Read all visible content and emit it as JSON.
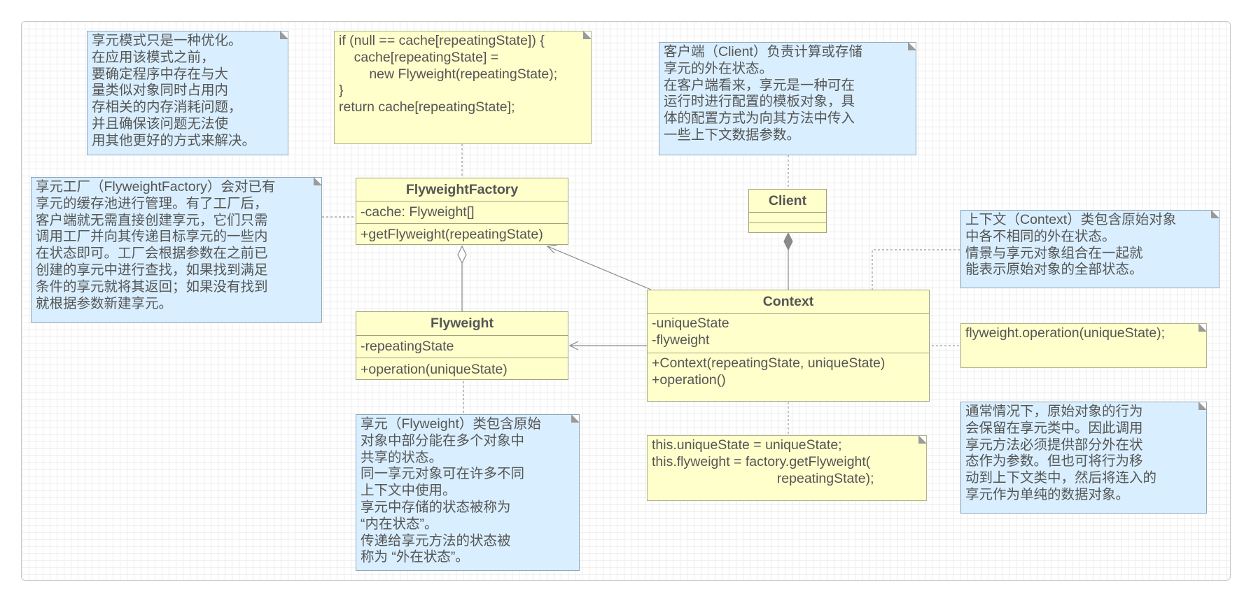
{
  "notes": {
    "optimization": "享元模式只是一种优化。\n在应用该模式之前，\n要确定程序中存在与大\n量类似对象同时占用内\n存相关的内存消耗问题，\n并且确保该问题无法使\n用其他更好的方式来解决。",
    "cache_code": "if (null == cache[repeatingState]) {\n    cache[repeatingState] =\n        new Flyweight(repeatingState);\n}\nreturn cache[repeatingState];",
    "client": "客户端（Client）负责计算或存储\n享元的外在状态。\n在客户端看来，享元是一种可在\n运行时进行配置的模板对象，具\n体的配置方式为向其方法中传入\n一些上下文数据参数。",
    "factory": "享元工厂（FlyweightFactory）会对已有\n享元的缓存池进行管理。有了工厂后，\n客户端就无需直接创建享元，它们只需\n调用工厂并向其传递目标享元的一些内\n在状态即可。工厂会根据参数在之前已\n创建的享元中进行查找，如果找到满足\n条件的享元就将其返回；如果没有找到\n就根据参数新建享元。",
    "context": "上下文（Context）类包含原始对象\n中各不相同的外在状态。\n情景与享元对象组合在一起就\n能表示原始对象的全部状态。",
    "operation_code": "flyweight.operation(uniqueState);",
    "flyweight": "享元（Flyweight）类包含原始\n对象中部分能在多个对象中\n共享的状态。\n同一享元对象可在许多不同\n上下文中使用。\n享元中存储的状态被称为\n“内在状态”。\n传递给享元方法的状态被\n称为 “外在状态”。",
    "constructor_code": "this.uniqueState = uniqueState;\nthis.flyweight = factory.getFlyweight(\n                                 repeatingState);",
    "behavior": "通常情况下，原始对象的行为\n会保留在享元类中。因此调用\n享元方法必须提供部分外在状\n态作为参数。但也可将行为移\n动到上下文类中，然后将连入的\n享元作为单纯的数据对象。"
  },
  "classes": {
    "factory": {
      "name": "FlyweightFactory",
      "fields": "-cache: Flyweight[]",
      "methods": "+getFlyweight(repeatingState)"
    },
    "flyweight": {
      "name": "Flyweight",
      "fields": "-repeatingState",
      "methods": "+operation(uniqueState)"
    },
    "client": {
      "name": "Client",
      "fields": "",
      "methods": ""
    },
    "context": {
      "name": "Context",
      "fields": "-uniqueState\n-flyweight",
      "methods": "+Context(repeatingState, uniqueState)\n+operation()"
    }
  }
}
